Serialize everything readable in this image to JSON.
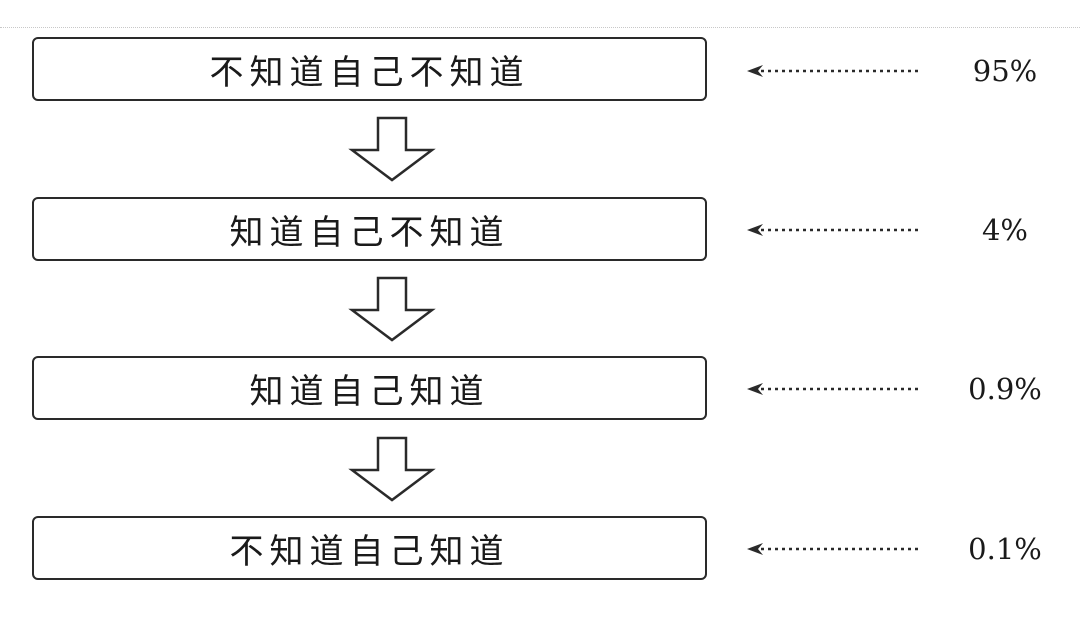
{
  "stages": [
    {
      "label": "不知道自己不知道",
      "percent": "95%"
    },
    {
      "label": "知道自己不知道",
      "percent": "4%"
    },
    {
      "label": "知道自己知道",
      "percent": "0.9%"
    },
    {
      "label": "不知道自己知道",
      "percent": "0.1%"
    }
  ],
  "colors": {
    "line": "#2a2a2a",
    "text": "#1a1a1a"
  }
}
